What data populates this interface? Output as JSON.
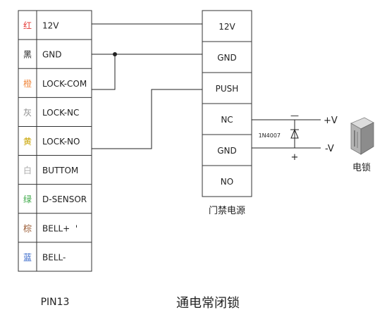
{
  "left_block": {
    "title": "PIN13",
    "rows": [
      {
        "color_char": "红",
        "color": "#e53935",
        "label": "12V"
      },
      {
        "color_char": "黑",
        "color": "#222222",
        "label": "GND"
      },
      {
        "color_char": "橙",
        "color": "#f0883e",
        "label": "LOCK-COM"
      },
      {
        "color_char": "灰",
        "color": "#8a8a8a",
        "label": "LOCK-NC"
      },
      {
        "color_char": "黄",
        "color": "#c9a400",
        "label": "LOCK-NO"
      },
      {
        "color_char": "白",
        "color": "#aaaaaa",
        "label": "BUTTOM"
      },
      {
        "color_char": "绿",
        "color": "#3aa845",
        "label": "D-SENSOR"
      },
      {
        "color_char": "棕",
        "color": "#9a5a32",
        "label": "BELL+  '"
      },
      {
        "color_char": "蓝",
        "color": "#2b5fc7",
        "label": "BELL-"
      }
    ]
  },
  "right_block": {
    "title": "门禁电源",
    "rows": [
      "12V",
      "GND",
      "PUSH",
      "NC",
      "GND",
      "NO"
    ]
  },
  "diode": {
    "label": "1N4007"
  },
  "lock": {
    "plus_label": "+V",
    "minus_label": "-V",
    "name": "电锁",
    "icon": "electric-lock-icon"
  },
  "marks": {
    "minus_sign": "—",
    "plus_sign": "+"
  },
  "caption": "通电常闭锁"
}
